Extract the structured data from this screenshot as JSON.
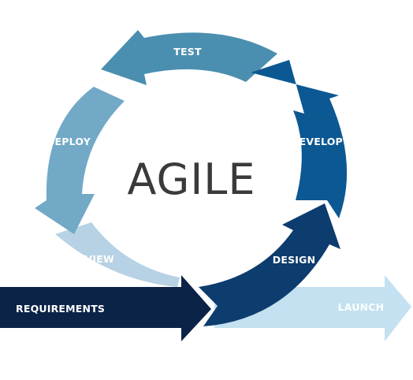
{
  "title": "AGILE",
  "stages": [
    {
      "label": "TEST",
      "color": "#4a8fb0"
    },
    {
      "label": "DEVELOP",
      "color": "#0b5893"
    },
    {
      "label": "DESIGN",
      "color": "#0d3c6e"
    },
    {
      "label": "REVIEW",
      "color": "#b7d2e4"
    },
    {
      "label": "DEPLOY",
      "color": "#72a9c7"
    }
  ],
  "input": {
    "label": "REQUIREMENTS",
    "color": "#0b2347"
  },
  "output": {
    "label": "LAUNCH",
    "color": "#c3e1f1"
  },
  "title_color": "#3a3a3a"
}
